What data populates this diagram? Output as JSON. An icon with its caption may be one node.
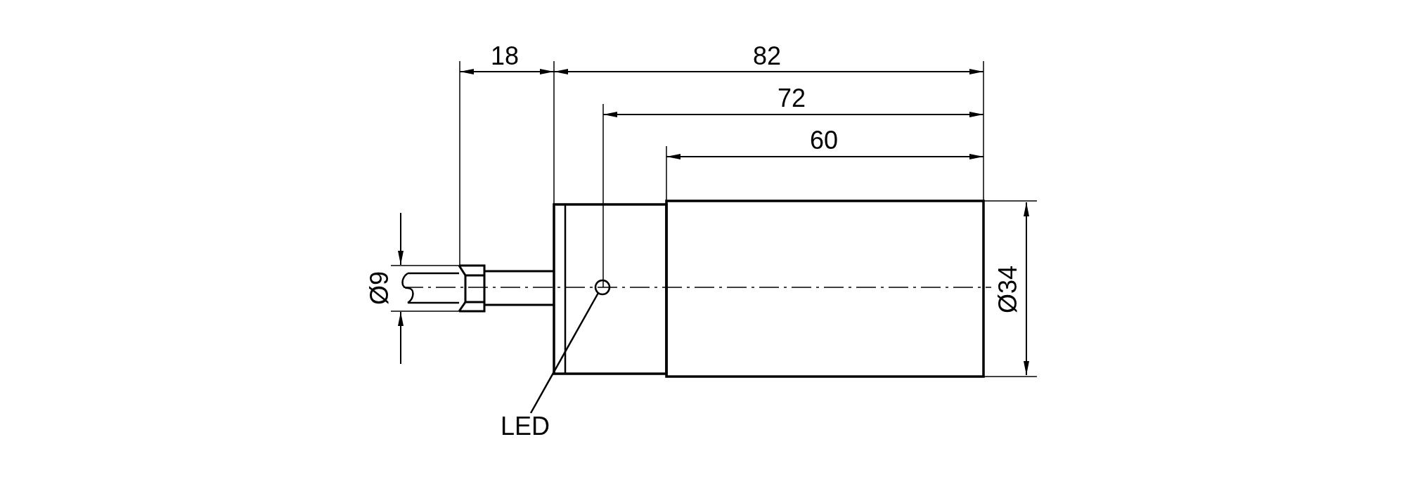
{
  "diagram": {
    "nodes": [
      {
        "text": [],
        "shape": "circle"
      },
      {
        "text": [
          "LED"
        ]
      }
    ],
    "edges": [
      {
        "from": 1,
        "to": 0,
        "arrow": "none"
      }
    ],
    "labels": [
      "18",
      "82",
      "72",
      "60",
      "Ø9",
      "Ø34"
    ]
  }
}
